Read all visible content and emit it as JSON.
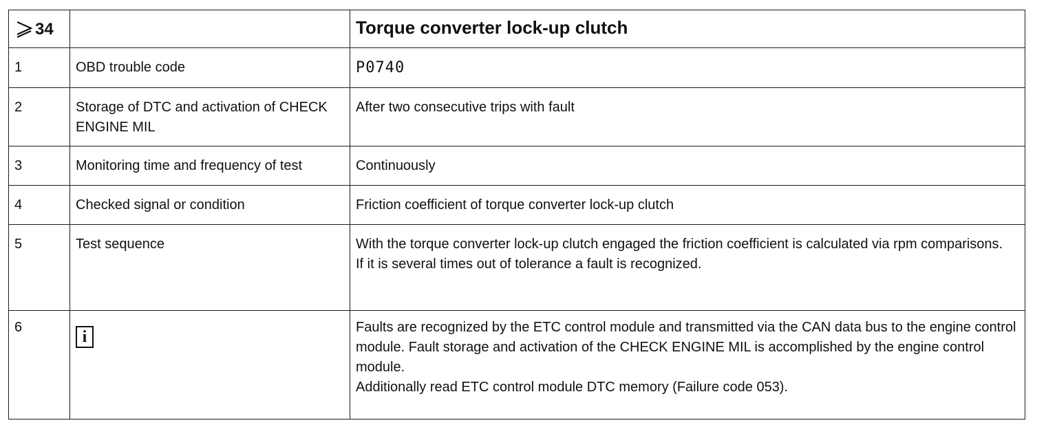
{
  "header": {
    "section": "34",
    "title": "Torque converter lock-up clutch"
  },
  "rows": [
    {
      "num": "1",
      "label": "OBD trouble code",
      "value": [
        "P0740"
      ]
    },
    {
      "num": "2",
      "label": "Storage of DTC and activation of CHECK ENGINE MIL",
      "value": [
        "After two consecutive trips with fault"
      ]
    },
    {
      "num": "3",
      "label": "Monitoring time and frequency of test",
      "value": [
        "Continuously"
      ]
    },
    {
      "num": "4",
      "label": "Checked signal or condition",
      "value": [
        "Friction coefficient of torque converter lock-up clutch"
      ]
    },
    {
      "num": "5",
      "label": "Test sequence",
      "value": [
        "With the torque converter lock-up clutch engaged the friction coefficient is calculated via rpm comparisons.",
        "If it is several times out of tolerance a fault is recognized."
      ]
    },
    {
      "num": "6",
      "label_icon": "info-icon",
      "label_icon_glyph": "i",
      "value": [
        "Faults are recognized by the ETC control module and transmitted via the CAN data bus to the engine control module. Fault storage and activation of the CHECK ENGINE MIL is accomplished by the engine control module.",
        "Additionally read ETC control module DTC memory (Failure code 053)."
      ]
    }
  ]
}
